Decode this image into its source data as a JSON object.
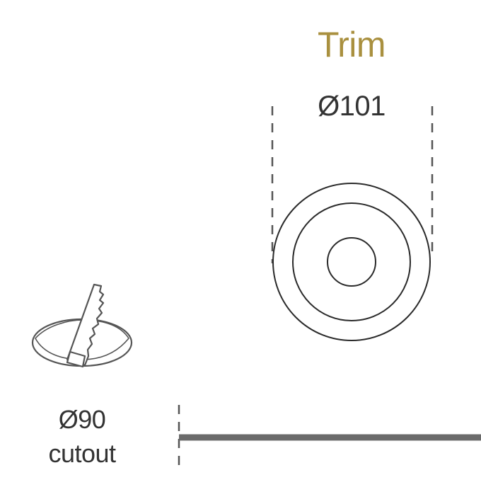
{
  "trim": {
    "title": "Trim",
    "diameter_label": "Ø101"
  },
  "cutout": {
    "diameter_label": "Ø90",
    "word": "cutout"
  },
  "colors": {
    "accent": "#a9903f",
    "text": "#333333",
    "line": "#555555",
    "bar": "#6b6b6b"
  },
  "icons": [
    "saw-in-cutout-icon",
    "downlight-trim-icon"
  ]
}
